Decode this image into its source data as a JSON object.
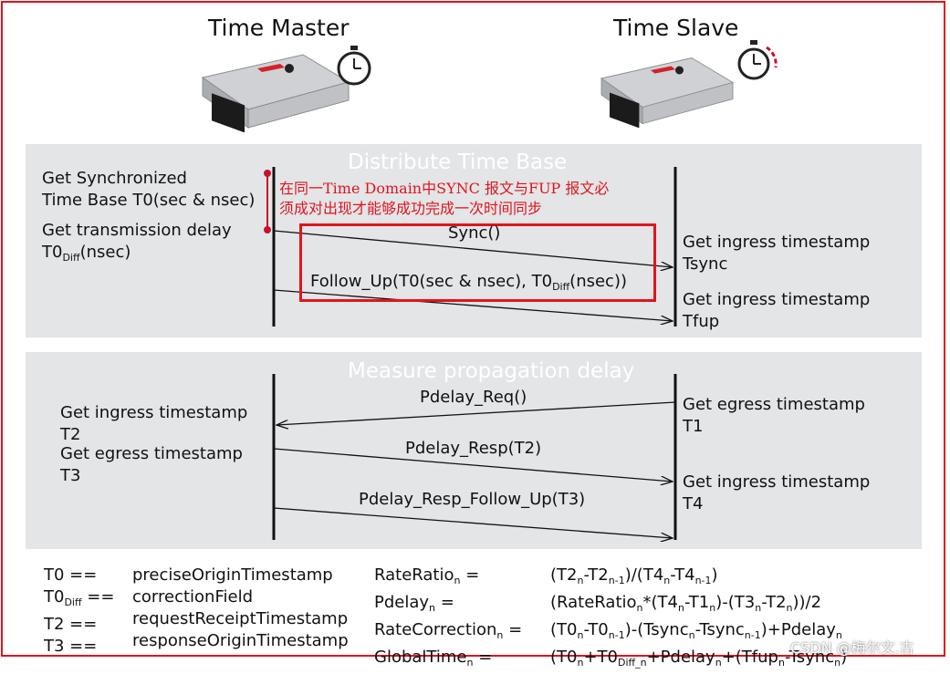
{
  "header": {
    "master_title": "Time Master",
    "slave_title": "Time Slave"
  },
  "icons": {
    "ecu": "ecu-device-icon",
    "stopwatch": "stopwatch-icon"
  },
  "panel1": {
    "title": "Distribute Time Base",
    "master_label1_line1": "Get Synchronized",
    "master_label1_line2": "Time Base T0(sec & nsec)",
    "master_label2_line1": "Get transmission delay",
    "master_label2_pre": "T0",
    "master_label2_sub": "Diff",
    "master_label2_post": "(nsec)",
    "note_line1": "在同一Time Domain中SYNC 报文与FUP 报文必",
    "note_line2": "须成对出现才能够成功完成一次时间同步",
    "msg_sync": "Sync()",
    "msg_fup_pre": "Follow_Up(T0(sec & nsec), T0",
    "msg_fup_sub": "Diff",
    "msg_fup_post": "(nsec))",
    "slave_label1_line1": "Get ingress timestamp",
    "slave_label1_line2": "Tsync",
    "slave_label2_line1": "Get ingress timestamp",
    "slave_label2_line2": "Tfup"
  },
  "panel2": {
    "title": "Measure propagation delay",
    "master_label1_line1": "Get ingress timestamp",
    "master_label1_line2": "T2",
    "master_label2_line1": "Get egress timestamp",
    "master_label2_line2": "T3",
    "msg_req": "Pdelay_Req()",
    "msg_resp": "Pdelay_Resp(T2)",
    "msg_resp_fup": "Pdelay_Resp_Follow_Up(T3)",
    "slave_label1_line1": "Get egress timestamp",
    "slave_label1_line2": "T1",
    "slave_label2_line1": "Get ingress timestamp",
    "slave_label2_line2": "T4"
  },
  "legend": {
    "col1": [
      "T0 ==",
      "T0",
      "T2 ==",
      "T3 =="
    ],
    "col1_sub": "Diff",
    "col1_row2_post": " ==",
    "col2": [
      "preciseOriginTimestamp",
      "correctionField",
      "requestReceiptTimestamp",
      "responseOriginTimestamp"
    ],
    "col3": [
      "RateRatio",
      "Pdelay",
      "RateCorrection",
      "GlobalTime"
    ],
    "col3_sub": "n",
    "col3_post": " =",
    "f1": [
      [
        "(T2",
        "n"
      ],
      [
        "-T2",
        "n-1"
      ],
      [
        ")/(T4",
        "n"
      ],
      [
        "-T4",
        "n-1"
      ],
      [
        ")",
        ""
      ]
    ],
    "f2": [
      [
        "(RateRatio",
        "n"
      ],
      [
        "*(T4",
        "n"
      ],
      [
        "-T1",
        "n"
      ],
      [
        ")-(T3",
        "n"
      ],
      [
        "-T2",
        "n"
      ],
      [
        "))/2",
        ""
      ]
    ],
    "f3": [
      [
        "(T0",
        "n"
      ],
      [
        "-T0",
        "n-1"
      ],
      [
        ")-(Tsync",
        "n"
      ],
      [
        "-Tsync",
        "n-1"
      ],
      [
        ")+Pdelay",
        "n"
      ]
    ],
    "f4": [
      [
        "(T0",
        "n"
      ],
      [
        "+T0",
        "Diff_n"
      ],
      [
        "+Pdelay",
        "n"
      ],
      [
        "+(Tfup",
        "n"
      ],
      [
        "-Tsync",
        "n"
      ],
      [
        ")",
        ""
      ]
    ]
  },
  "watermark": "CSDN @梅尔文.古",
  "colors": {
    "accent": "#e0141e",
    "panel": "#e3e5e7"
  }
}
